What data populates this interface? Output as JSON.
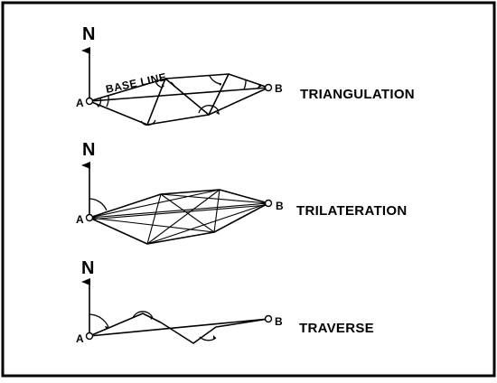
{
  "north_label": "N",
  "panels": [
    {
      "title": "TRIANGULATION",
      "start_label": "A",
      "end_label": "B",
      "baseline_label": "BASE LINE"
    },
    {
      "title": "TRILATERATION",
      "start_label": "A",
      "end_label": "B"
    },
    {
      "title": "TRAVERSE",
      "start_label": "A",
      "end_label": "B"
    }
  ]
}
